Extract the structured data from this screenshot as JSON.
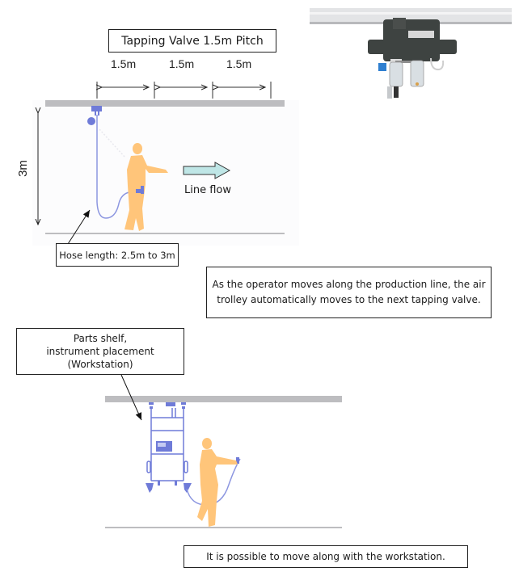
{
  "top_section": {
    "title": "Tapping Valve 1.5m Pitch",
    "pitch_labels": [
      "1.5m",
      "1.5m",
      "1.5m"
    ],
    "height_label": "3m",
    "line_flow_label": "Line flow",
    "hose_callout": "Hose length: 2.5m to 3m",
    "description": "As the operator moves along the production line, the air trolley automatically moves to the next tapping valve."
  },
  "bottom_section": {
    "workstation_callout_lines": [
      "Parts shelf,",
      "instrument placement",
      "(Workstation)"
    ],
    "description": "It is possible to move along with the workstation."
  },
  "colors": {
    "rail": "#bdbdc0",
    "equipment": "#6f7bd8",
    "person": "#ffc57a",
    "arrow_fill": "#bfe6e6",
    "text": "#1a1a1a"
  },
  "photo": {
    "subject": "air trolley unit on overhead rail"
  }
}
